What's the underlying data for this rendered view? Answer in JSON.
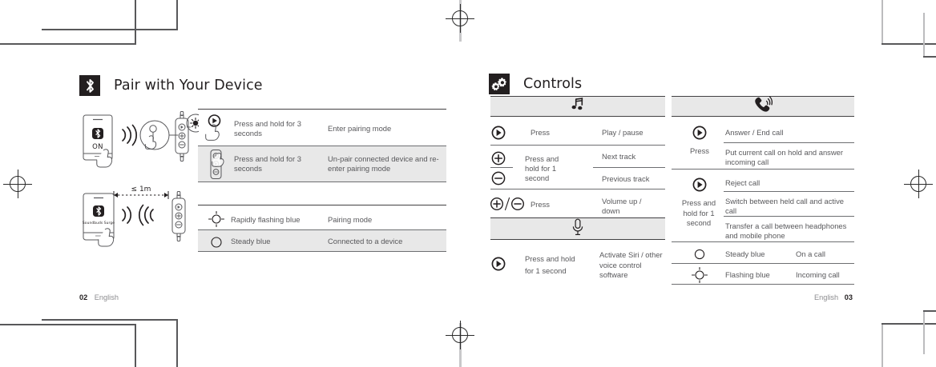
{
  "document": {
    "kind": "printed-manual-spread",
    "ink": "#414042",
    "shade_color": "#e8e8e8",
    "badge_color": "#231f20"
  },
  "left_page": {
    "heading": {
      "title": "Pair with Your Device",
      "icon": "bluetooth-icon"
    },
    "illustration": {
      "phone_label_on": "ON",
      "phone_label_device": "Soundbuds Surge",
      "distance_label": "≤ 1m",
      "icons": [
        "bluetooth-icon",
        "signal-waves-icon",
        "hand-press-icon",
        "remote-control-icon",
        "led-indicator-icon"
      ]
    },
    "action_table": {
      "rows": [
        {
          "icon": "press-play-button-icon",
          "action": "Press and hold for 3 seconds",
          "result": "Enter pairing mode",
          "shaded": false
        },
        {
          "icon": "press-three-buttons-icon",
          "action": "Press and hold for 3 seconds",
          "result": "Un-pair connected device and re-enter pairing mode",
          "shaded": true
        }
      ]
    },
    "led_table": {
      "rows": [
        {
          "icon": "flashing-led-icon",
          "state": "Rapidly flashing blue",
          "meaning": "Pairing mode",
          "shaded": false
        },
        {
          "icon": "steady-led-icon",
          "state": "Steady blue",
          "meaning": "Connected to a device",
          "shaded": true
        }
      ]
    },
    "footer": {
      "page": "02",
      "language": "English"
    }
  },
  "right_page": {
    "heading": {
      "title": "Controls",
      "icon": "gears-icon"
    },
    "music_section": {
      "header_icon": "music-note-icon",
      "rows": [
        {
          "icon": "play-button-icon",
          "action": "Press",
          "result": "Play / pause"
        },
        {
          "icon": "plus-button-icon",
          "action": "Press and hold for 1 second",
          "result": "Next track"
        },
        {
          "icon": "minus-button-icon",
          "action": "",
          "result": "Previous track"
        },
        {
          "icon": "plus-minus-button-icon",
          "action": "Press",
          "result": "Volume up / down"
        }
      ]
    },
    "voice_section": {
      "header_icon": "microphone-icon",
      "rows": [
        {
          "icon": "play-button-icon",
          "action": "Press and hold for 1 second",
          "result": "Activate Siri / other voice control software"
        }
      ]
    },
    "call_section": {
      "header_icon": "phone-call-icon",
      "press_group": {
        "icon": "play-button-icon",
        "action": "Press",
        "results": [
          "Answer / End call",
          "Put current call on hold and answer incoming call"
        ]
      },
      "hold_group": {
        "icon": "play-button-icon",
        "action": "Press and hold for 1 second",
        "results": [
          "Reject call",
          "Switch between held call and active call",
          "Transfer a call between headphones and mobile phone"
        ]
      },
      "led_rows": [
        {
          "icon": "steady-led-icon",
          "state": "Steady blue",
          "meaning": "On a call"
        },
        {
          "icon": "flashing-led-icon",
          "state": "Flashing blue",
          "meaning": "Incoming call"
        }
      ]
    },
    "footer": {
      "language": "English",
      "page": "03"
    }
  }
}
